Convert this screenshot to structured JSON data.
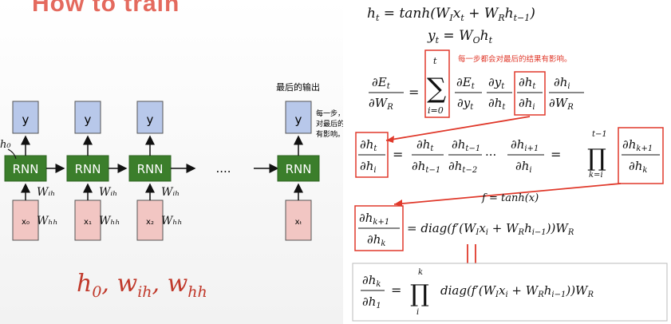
{
  "slide": {
    "title": "How to train"
  },
  "diagram": {
    "rnn_label": "RNN",
    "y_label": "y",
    "ellipsis": "....",
    "inputs": [
      "x₀",
      "x₁",
      "x₂",
      "xₜ"
    ],
    "final_output_label": "最后的输出",
    "side_note": [
      "每一步，都会",
      "对最后的结果",
      "有影响。"
    ],
    "handwritten": {
      "h0": "h₀",
      "w_ih": "Wᵢₕ",
      "w_hh": "Wₕₕ"
    }
  },
  "params_text": {
    "h0": "h",
    "h0_sub": "0",
    "wih": "w",
    "wih_sub": "ih",
    "whh": "w",
    "whh_sub": "hh",
    "sep": ", "
  },
  "equations": {
    "ht": "h_t = tanh(W_I x_t + W_R h_{t−1})",
    "yt": "y_t = W_O h_t",
    "f_def": "f = tanh(x)",
    "red_note": "每一步都会对最后的结果有影响。"
  },
  "colors": {
    "title": "#e46a5e",
    "rnn": "#3b7e2b",
    "y_box": "#b8c8ea",
    "x_box": "#f2c6c3",
    "annotation_red": "#e0392b"
  }
}
